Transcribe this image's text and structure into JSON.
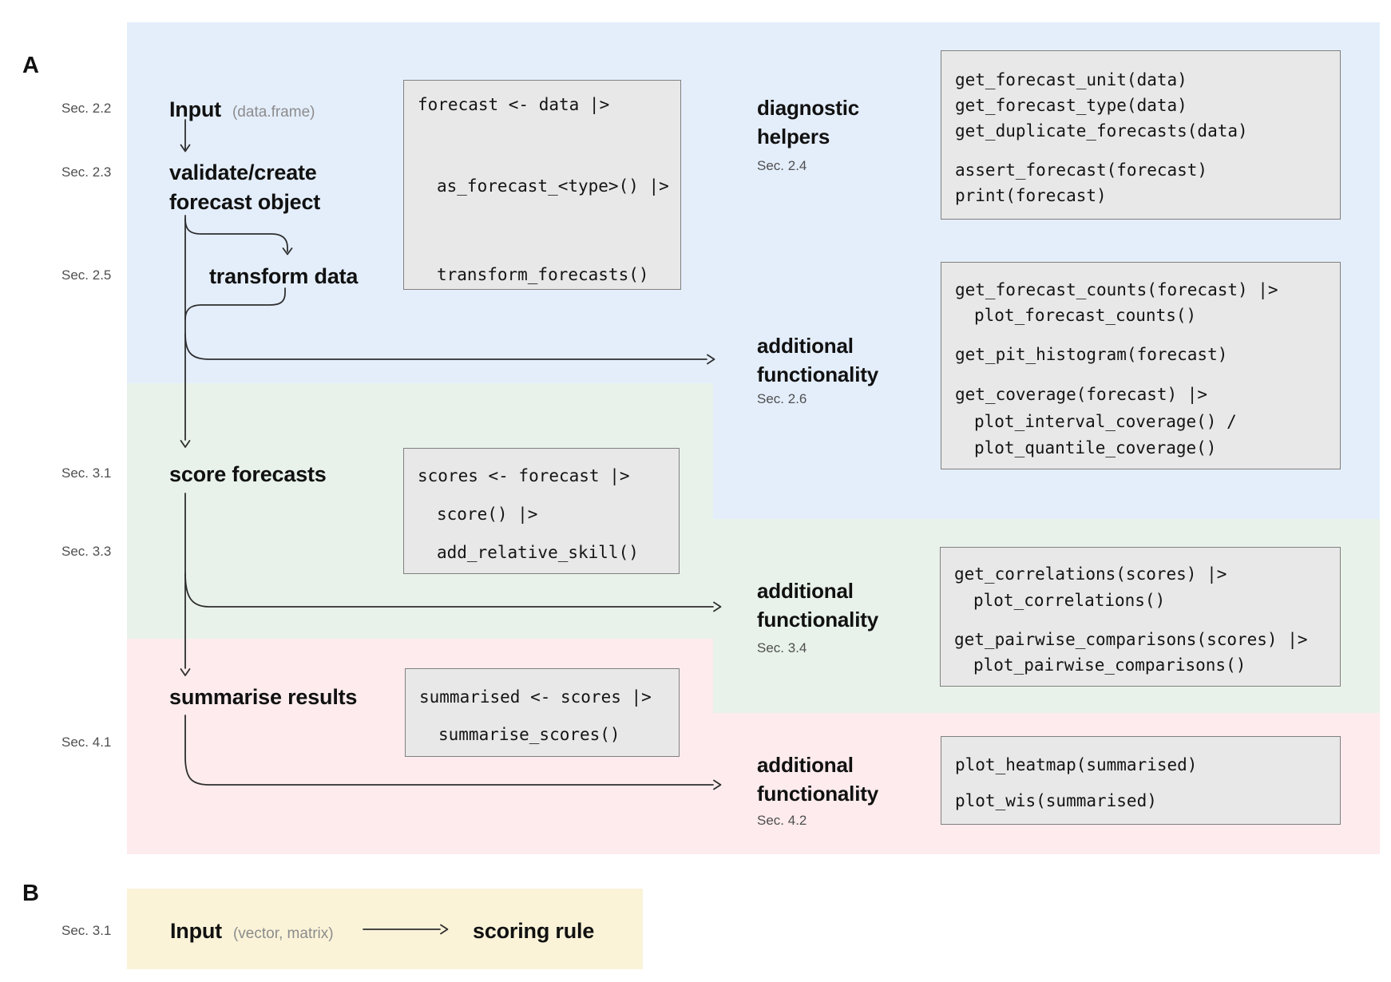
{
  "panels": {
    "a_label": "A",
    "b_label": "B"
  },
  "sections": {
    "s22": "Sec. 2.2",
    "s23": "Sec. 2.3",
    "s25": "Sec. 2.5",
    "s31": "Sec. 3.1",
    "s33": "Sec. 3.3",
    "s41": "Sec. 4.1",
    "s24": "Sec. 2.4",
    "s26": "Sec. 2.6",
    "s34": "Sec. 3.4",
    "s42": "Sec. 4.2",
    "s31b": "Sec. 3.1"
  },
  "flow": {
    "input_label": "Input",
    "input_type": "(data.frame)",
    "validate_line1": "validate/create",
    "validate_line2": "forecast object",
    "transform_label": "transform data",
    "score_label": "score forecasts",
    "summarise_label": "summarise results"
  },
  "right_labels": {
    "diagnostic_line1": "diagnostic",
    "diagnostic_line2": "helpers",
    "additional_line1": "additional",
    "additional_line2": "functionality"
  },
  "code": {
    "create": [
      "forecast <- data |>",
      "as_forecast_<type>() |>",
      "transform_forecasts()"
    ],
    "score": [
      "scores <- forecast |>",
      "score() |>",
      "add_relative_skill()"
    ],
    "summarise": [
      "summarised <- scores |>",
      "summarise_scores()"
    ],
    "diagnostic": [
      "get_forecast_unit(data)",
      "get_forecast_type(data)",
      "get_duplicate_forecasts(data)",
      "assert_forecast(forecast)",
      "print(forecast)"
    ],
    "additional_a": [
      "get_forecast_counts(forecast) |>",
      "plot_forecast_counts()",
      "get_pit_histogram(forecast)",
      "get_coverage(forecast) |>",
      "plot_interval_coverage() /",
      "plot_quantile_coverage()"
    ],
    "additional_b": [
      "get_correlations(scores) |>",
      "plot_correlations()",
      "get_pairwise_comparisons(scores) |>",
      "plot_pairwise_comparisons()"
    ],
    "additional_c": [
      "plot_heatmap(summarised)",
      "plot_wis(summarised)"
    ]
  },
  "panel_b": {
    "input_label": "Input",
    "input_type": "(vector, matrix)",
    "rule_label": "scoring rule"
  },
  "colors": {
    "band_blue": "#e4eefb",
    "band_green": "#e8f2ea",
    "band_pink": "#fdebed",
    "band_yellow": "#faf3d8",
    "code_box_bg": "#e8e8e8",
    "code_box_border": "#808080",
    "section_label_gray": "#4f4f4f",
    "muted_gray": "#8c8c8c",
    "wire_color": "#2e2e2e"
  }
}
